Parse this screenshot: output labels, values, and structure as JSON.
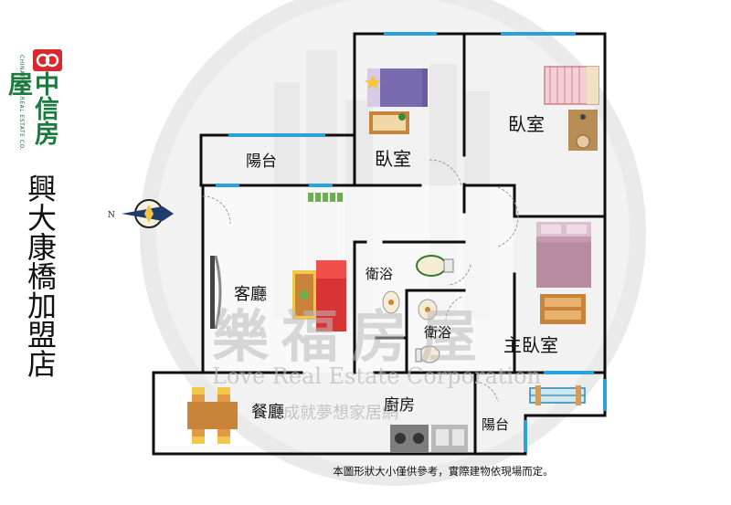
{
  "brand": {
    "name_cn": "中信房屋",
    "name_en": "CHINATRUST REAL ESTATE CO.",
    "colors": {
      "brand_green": "#1c7a3f",
      "brand_red": "#d9282f"
    }
  },
  "store": {
    "name": "興大康橋加盟店"
  },
  "compass": {
    "label": "N"
  },
  "rooms": {
    "balcony_top": "陽台",
    "bedroom_1": "臥室",
    "bedroom_2": "臥室",
    "living_room": "客廳",
    "bathroom_1": "衛浴",
    "bathroom_2": "衛浴",
    "master_bedroom": "主臥室",
    "dining_room": "餐廳",
    "kitchen": "廚房",
    "balcony_bottom": "陽台"
  },
  "watermark": {
    "cn": "樂福房屋",
    "en": "Love Real Estate Corporation",
    "slogan": "成就夢想家居網"
  },
  "footer": {
    "note": "本圖形狀大小僅供參考，實際建物依現場而定。"
  },
  "colors": {
    "wall": "#0d0d0d",
    "window": "#29a3d9",
    "watermark": "#d8d8d8"
  }
}
